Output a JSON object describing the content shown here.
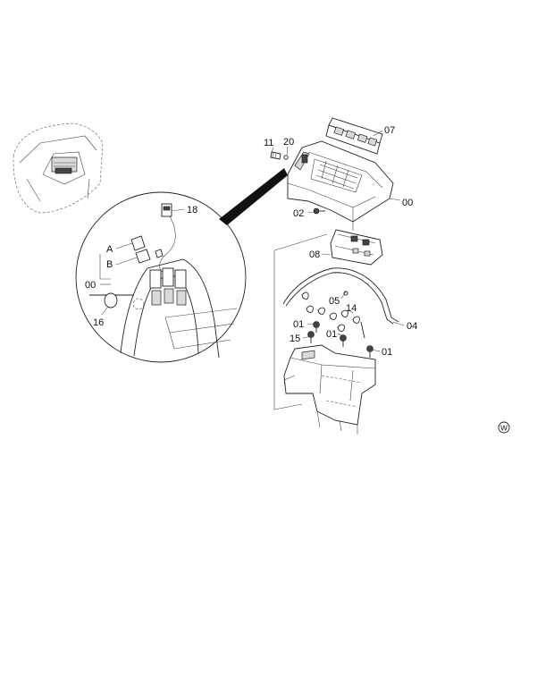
{
  "labels": {
    "p00_main": "00",
    "p01_a": "01",
    "p01_b": "01",
    "p01_c": "01",
    "p02": "02",
    "p04": "04",
    "p05": "05",
    "p07": "07",
    "p08": "08",
    "p11": "11",
    "p14": "14",
    "p15": "15",
    "p20": "20",
    "detail_18": "18",
    "detail_A": "A",
    "detail_B": "B",
    "detail_00": "00",
    "detail_16": "16",
    "corner_mark": "W"
  }
}
